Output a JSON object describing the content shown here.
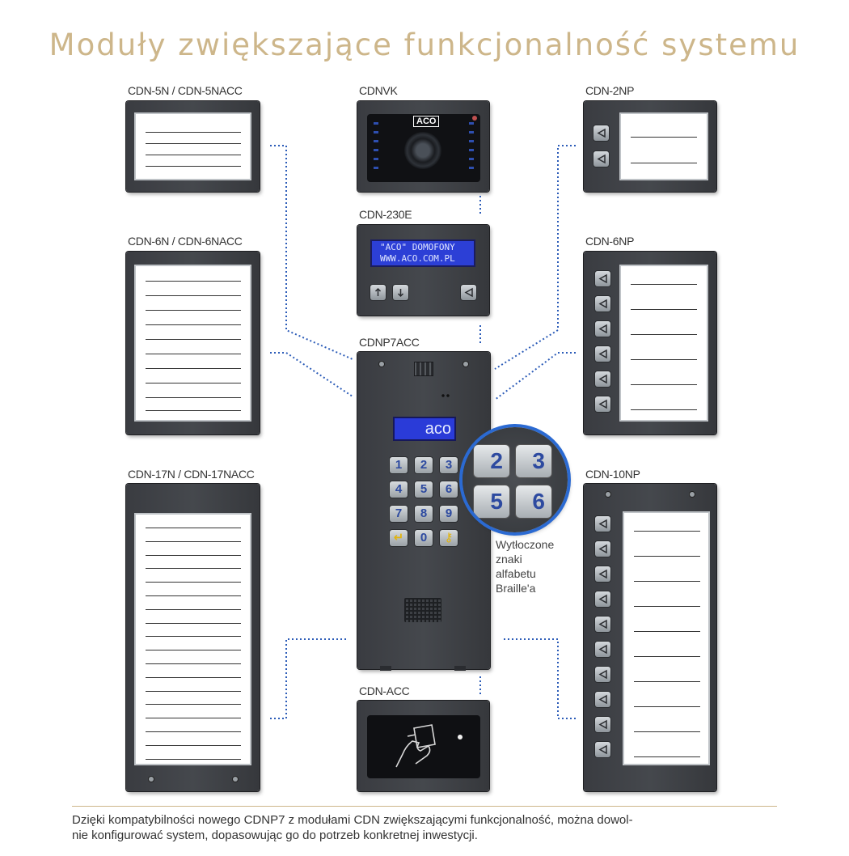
{
  "title": "Moduły zwiększające funkcjonalność systemu",
  "modules": {
    "cdn5n": "CDN-5N / CDN-5NACC",
    "cdnvk": "CDNVK",
    "cdn2np": "CDN-2NP",
    "cdn230e": "CDN-230E",
    "cdn6n": "CDN-6N / CDN-6NACC",
    "cdn6np": "CDN-6NP",
    "cdnp7acc": "CDNP7ACC",
    "cdn17n": "CDN-17N / CDN-17NACC",
    "cdn10np": "CDN-10NP",
    "cdnacc": "CDN-ACC"
  },
  "cdnvk_logo": "ACO",
  "lcd_230e": {
    "line1": "\"ACO\" DOMOFONY",
    "line2": "WWW.ACO.COM.PL"
  },
  "lcd_main": "aco",
  "keypad": [
    "1",
    "2",
    "3",
    "4",
    "5",
    "6",
    "7",
    "8",
    "9",
    "↵",
    "0",
    "⚷"
  ],
  "zoom_keys": [
    "2",
    "3",
    "5",
    "6"
  ],
  "braille_note": {
    "l1": "Wytłoczone",
    "l2": "znaki",
    "l3": "alfabetu",
    "l4": "Braille'a"
  },
  "footer": {
    "line1": "Dzięki kompatybilności nowego CDNP7 z modułami CDN zwiększającymi funkcjonalność, można dowol-",
    "line2": "nie konfigurować system, dopasowując go do potrzeb konkretnej inwestycji."
  },
  "colors": {
    "accent_title": "#cdb68a",
    "connector": "#2c5cb8",
    "panel": "#3f4247",
    "lcd": "#2a3bd8"
  }
}
